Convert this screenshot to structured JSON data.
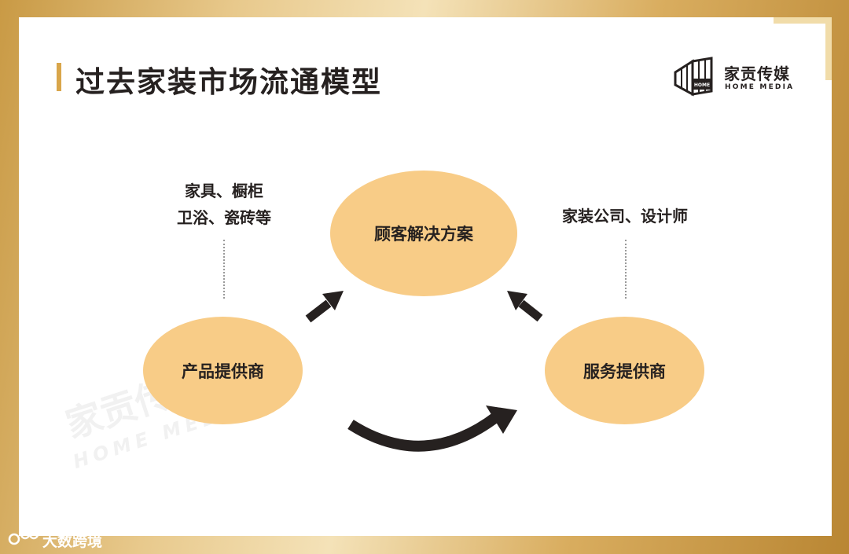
{
  "title": "过去家装市场流通模型",
  "logo": {
    "cn": "家贡传媒",
    "en": "HOME MEDIA",
    "mark_text": "HOME"
  },
  "watermark": {
    "cn": "家贡传媒",
    "en": "HOME MEDIA"
  },
  "nodes": {
    "customer": "顾客解决方案",
    "product": "产品提供商",
    "service": "服务提供商"
  },
  "labels": {
    "product_line1": "家具、橱柜",
    "product_line2": "卫浴、瓷砖等",
    "service": "家装公司、设计师"
  },
  "footer": {
    "text": "大数跨境"
  },
  "colors": {
    "node_fill": "#f8cc87",
    "arrow": "#262120",
    "title_bar": "#d9a64a",
    "frame_gold": "#d9ad5f"
  }
}
